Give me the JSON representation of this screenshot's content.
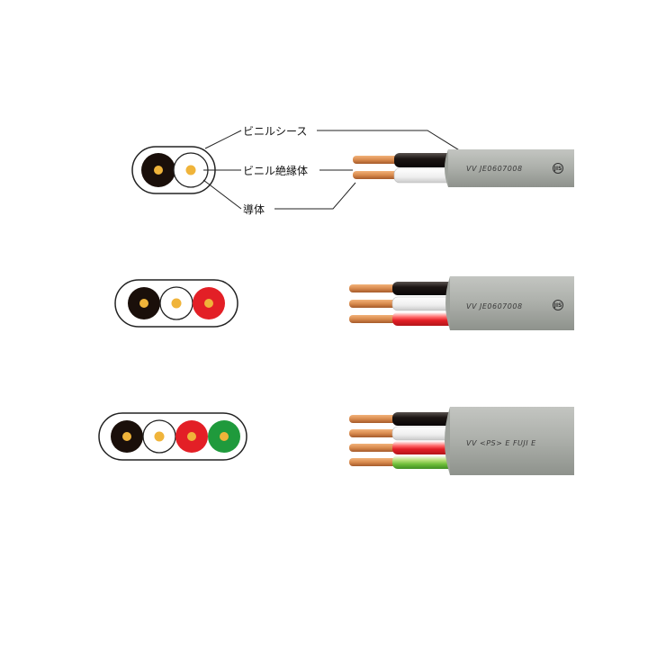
{
  "labels": {
    "sheath": "ビニルシース",
    "insulation": "ビニル絶縁体",
    "conductor": "導体"
  },
  "cables": [
    {
      "name": "two-core",
      "core_colors": [
        "#1a0f0a",
        "#ffffff"
      ],
      "conductor_colors": [
        "#ffffff",
        "#f0b43a"
      ],
      "marking": "VV  JE0607008",
      "has_logo": true
    },
    {
      "name": "three-core",
      "core_colors": [
        "#1a0f0a",
        "#ffffff",
        "#e31f26"
      ],
      "conductor_colors": [
        "#ffffff",
        "#f0b43a",
        "#ffffff"
      ],
      "marking": "VV  JE0607008",
      "has_logo": true
    },
    {
      "name": "four-core",
      "core_colors": [
        "#1a0f0a",
        "#ffffff",
        "#e31f26",
        "#1f9a3c"
      ],
      "conductor_colors": [
        "#ffffff",
        "#f0b43a",
        "#ffffff",
        "#ffffff"
      ],
      "marking": "VV  <PS> E  FUJI  E",
      "has_logo": false
    }
  ],
  "logo_text": "JIS",
  "colors": {
    "sheath_gray": "#a9aca7",
    "sheath_edge": "#7f837e",
    "copper": "#d98b4e",
    "copper_dark": "#a55a2a",
    "leader_line": "#222222"
  }
}
